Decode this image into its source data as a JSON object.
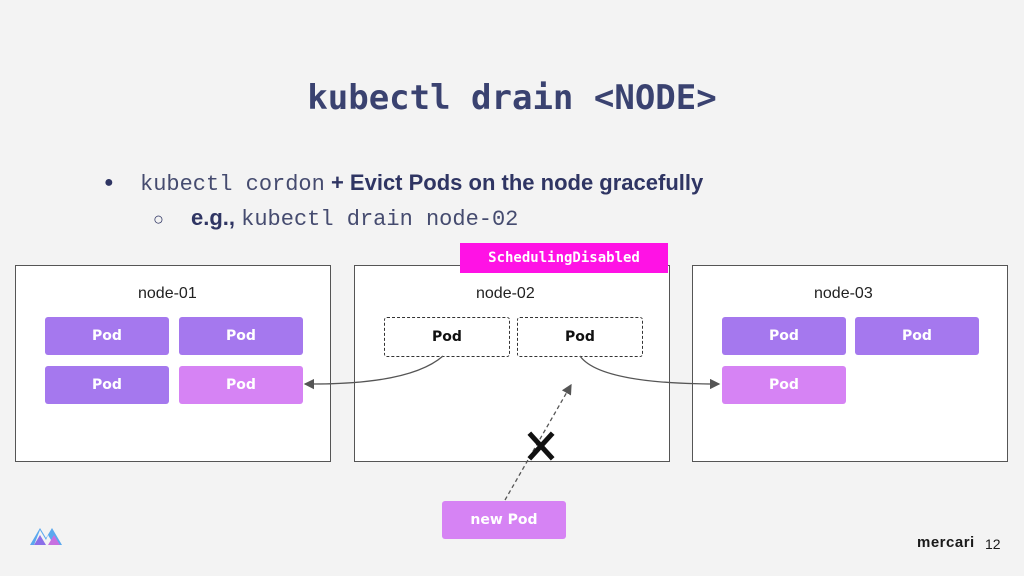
{
  "title": "kubectl drain <NODE>",
  "bullets": {
    "b1_code": "kubectl cordon",
    "b1_text": "+ Evict Pods on the node gracefully",
    "b2_text": "e.g.,",
    "b2_code": "kubectl drain node-02"
  },
  "badge": "SchedulingDisabled",
  "nodes": [
    {
      "label": "node-01",
      "pods": [
        "Pod",
        "Pod",
        "Pod",
        "Pod"
      ]
    },
    {
      "label": "node-02",
      "pods": [
        "Pod",
        "Pod"
      ]
    },
    {
      "label": "node-03",
      "pods": [
        "Pod",
        "Pod",
        "Pod"
      ]
    }
  ],
  "new_pod": "new Pod",
  "brand": "mercari",
  "page_number": "12",
  "colors": {
    "pod_purple": "#a578ee",
    "pod_pink": "#d683f4",
    "badge": "#ff12e5",
    "title": "#3a4270"
  }
}
